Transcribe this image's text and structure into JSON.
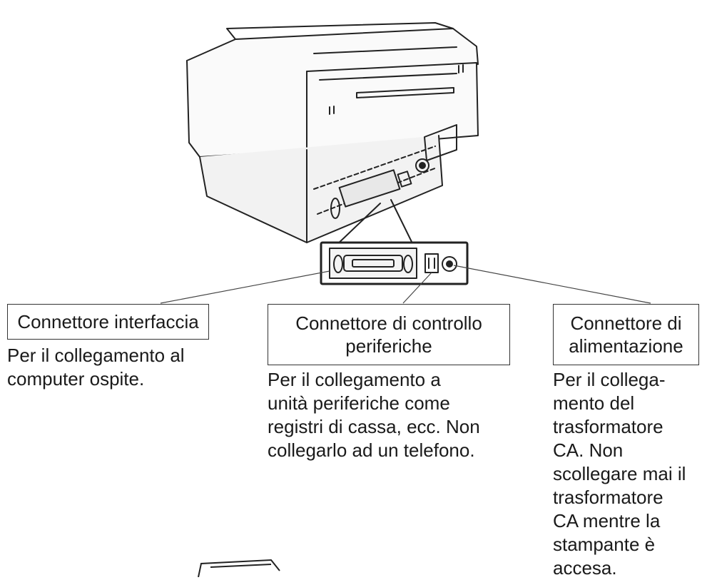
{
  "labels": {
    "interface": "Connettore interfaccia",
    "peripheral_line1": "Connettore di controllo",
    "peripheral_line2": "periferiche",
    "power_line1": "Connettore di",
    "power_line2": "alimentazione"
  },
  "descriptions": {
    "interface": "Per il collegamento al\ncomputer ospite.",
    "peripheral": "Per il collegamento a\nunità periferiche come\nregistri di cassa, ecc. Non\ncollegarlo ad un telefono.",
    "power": "Per il collega-\nmento del\ntrasformatore\nCA. Non\nscollegare mai il\ntrasformatore\nCA mentre la\nstampante è\naccesa."
  }
}
